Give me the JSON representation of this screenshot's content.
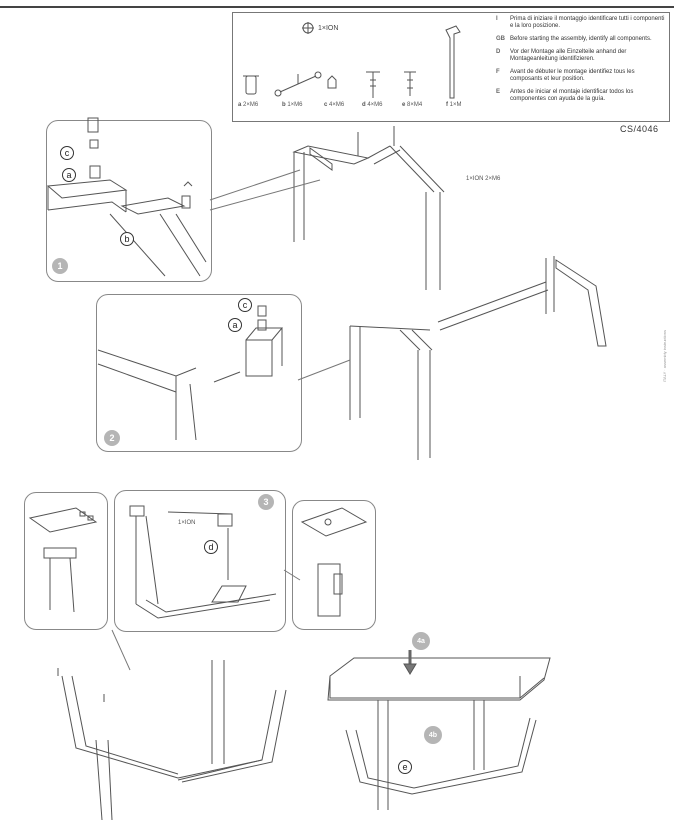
{
  "header": {
    "code": "CS/4046"
  },
  "parts": {
    "multi_label": "1×ION",
    "items": [
      {
        "letter": "a",
        "qty": "2×M6"
      },
      {
        "letter": "b",
        "qty": "1×M6"
      },
      {
        "letter": "c",
        "qty": "4×M6"
      },
      {
        "letter": "d",
        "qty": "4×M6"
      },
      {
        "letter": "e",
        "qty": "8×M4"
      },
      {
        "letter": "f",
        "qty": "1×M"
      }
    ]
  },
  "instructions": [
    {
      "lang": "I",
      "text": "Prima di iniziare il montaggio identificare tutti i componenti e la loro posizione."
    },
    {
      "lang": "GB",
      "text": "Before starting the assembly, identify all components."
    },
    {
      "lang": "D",
      "text": "Vor der Montage alle Einzelteile anhand der Montageanleitung identifizieren."
    },
    {
      "lang": "F",
      "text": "Avant de débuter le montage identifiez tous les composants et leur position."
    },
    {
      "lang": "E",
      "text": "Antes de iniciar el montaje identificar todos los componentes con ayuda de la guía."
    }
  ],
  "steps": {
    "s1": "1",
    "s2": "2",
    "s3": "3",
    "s4a": "4a",
    "s4b": "4b"
  },
  "callouts": {
    "s1_c": "c",
    "s1_a": "a",
    "s1_b": "b",
    "s2_c": "c",
    "s2_a": "a",
    "s3_d": "d",
    "s4_e": "e",
    "s1_multi": "1×ION 2×M6",
    "s3_multi": "1×ION"
  },
  "side_text": "ITALY · assembly instructions"
}
